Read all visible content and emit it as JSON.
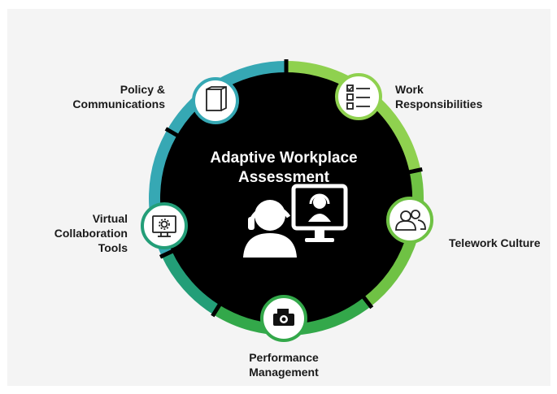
{
  "center": {
    "title": "Adaptive Workplace\nAssessment"
  },
  "segments": [
    {
      "label": "Policy &\nCommunications",
      "icon": "book-icon",
      "color": "#36a8b4"
    },
    {
      "label": "Work\nResponsibilities",
      "icon": "checklist-icon",
      "color": "#8fd14f"
    },
    {
      "label": "Telework Culture",
      "icon": "users-icon",
      "color": "#6fc244"
    },
    {
      "label": "Performance\nManagement",
      "icon": "camera-icon",
      "color": "#33a84a"
    },
    {
      "label": "Virtual\nCollaboration\nTools",
      "icon": "monitor-gear-icon",
      "color": "#239e78"
    }
  ],
  "colors": {
    "center": "#000000",
    "icon_circle_fill": "#ffffff",
    "icon_stroke": "#222222"
  }
}
